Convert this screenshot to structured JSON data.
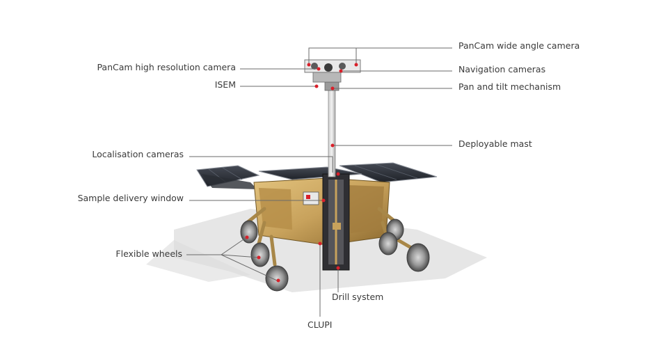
{
  "labels": {
    "pancam_wide": "PanCam wide angle camera",
    "pancam_high": "PanCam high resolution camera",
    "navigation": "Navigation cameras",
    "isem": "ISEM",
    "pan_tilt": "Pan and tilt mechanism",
    "mast": "Deployable mast",
    "localisation": "Localisation cameras",
    "sample_window": "Sample delivery window",
    "wheels": "Flexible wheels",
    "drill": "Drill system",
    "clupi": "CLUPI"
  },
  "colors": {
    "leader_line": "#6a6a6a",
    "marker": "#d9202a",
    "text": "#3a3a3a",
    "solar_panel": "#2b2f36",
    "body_gold": "#c8a25c",
    "metal": "#9a9a9a"
  }
}
